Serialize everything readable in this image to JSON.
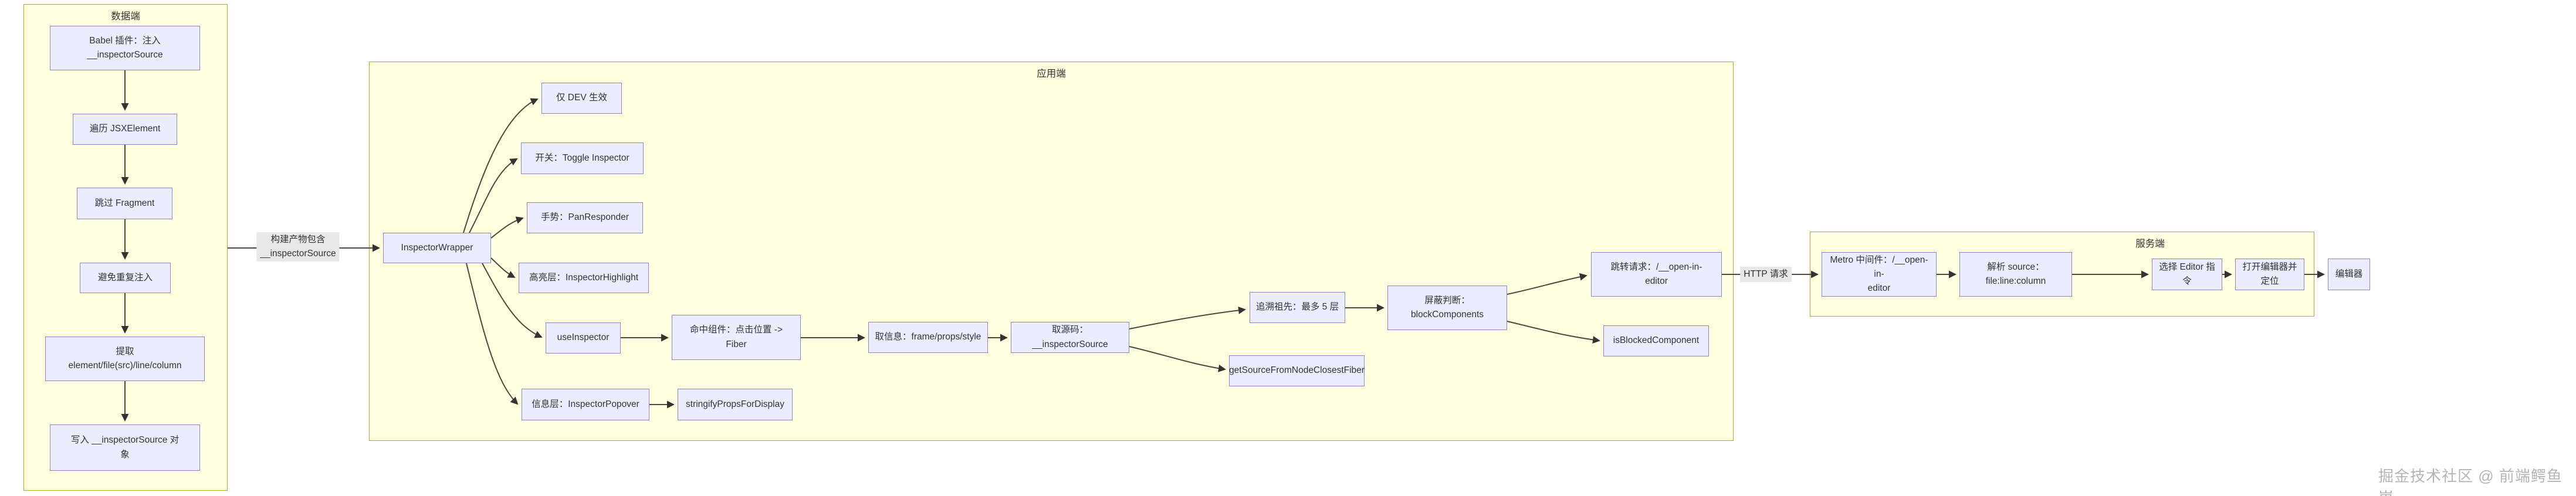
{
  "groups": {
    "data_side": {
      "title": "数据端"
    },
    "app_side": {
      "title": "应用端"
    },
    "server_side": {
      "title": "服务端"
    }
  },
  "nodes": {
    "babel": {
      "label": "Babel 插件：注入\n__inspectorSource"
    },
    "traverse": {
      "label": "遍历 JSXElement"
    },
    "skip_fragment": {
      "label": "跳过 Fragment"
    },
    "avoid_dup": {
      "label": "避免重复注入"
    },
    "extract": {
      "label": "提取\nelement/file(src)/line/column"
    },
    "write_source": {
      "label": "写入 __inspectorSource 对\n象"
    },
    "wrapper": {
      "label": "InspectorWrapper"
    },
    "dev_only": {
      "label": "仅 DEV 生效"
    },
    "toggle": {
      "label": "开关：Toggle Inspector"
    },
    "gesture": {
      "label": "手势：PanResponder"
    },
    "highlight": {
      "label": "高亮层：InspectorHighlight"
    },
    "use_inspector": {
      "label": "useInspector"
    },
    "popover": {
      "label": "信息层：InspectorPopover"
    },
    "hit_component": {
      "label": "命中组件：点击位置 ->\nFiber"
    },
    "stringify": {
      "label": "stringifyPropsForDisplay"
    },
    "get_info": {
      "label": "取信息：frame/props/style"
    },
    "get_source": {
      "label": "取源码：__inspectorSource"
    },
    "trace": {
      "label": "追溯祖先：最多 5 层"
    },
    "closest_fiber": {
      "label": "getSourceFromNodeClosestFiber"
    },
    "block_check": {
      "label": "屏蔽判断：\nblockComponents"
    },
    "jump_request": {
      "label": "跳转请求：/__open-in-\neditor"
    },
    "is_blocked": {
      "label": "isBlockedComponent"
    },
    "metro": {
      "label": "Metro 中间件：/__open-in-\neditor"
    },
    "parse_source": {
      "label": "解析 source：\nfile:line:column"
    },
    "choose_editor": {
      "label": "选择 Editor 指令"
    },
    "open_editor": {
      "label": "打开编辑器并定位"
    },
    "editor": {
      "label": "编辑器"
    }
  },
  "edge_labels": {
    "build_artifact": "构建产物包含\n__inspectorSource",
    "http_request": "HTTP 请求"
  },
  "watermark": "掘金技术社区 @ 前端鳄鱼崽",
  "colors": {
    "node-fill": "#ECECFF",
    "node-border": "#9184c2",
    "group-fill": "#feffde",
    "group-border": "#aaaa33",
    "edge": "#4a4a40",
    "edge-label-bg": "#e8e8e8"
  }
}
